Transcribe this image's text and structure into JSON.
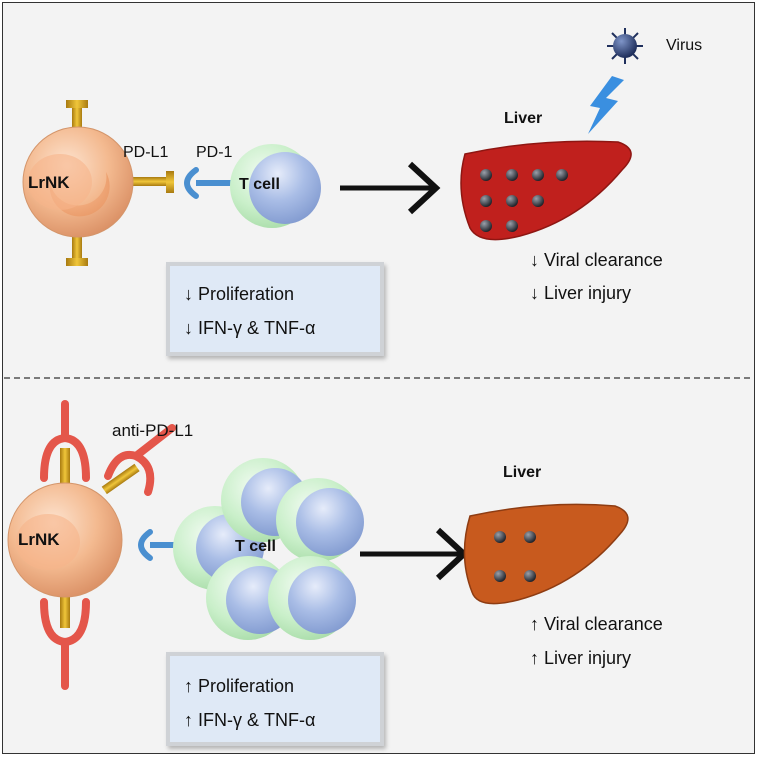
{
  "top": {
    "virus_label": "Virus",
    "liver_label": "Liver",
    "lrnk_label": "LrNK",
    "pdl1_label": "PD-L1",
    "pd1_label": "PD-1",
    "tcell_label": "T cell",
    "box_rows": [
      "↓ Proliferation",
      "↓ IFN-γ & TNF-α"
    ],
    "liver_effects": [
      "↓ Viral clearance",
      "↓ Liver injury"
    ],
    "liver_color": "#c0201d"
  },
  "bottom": {
    "antibody_label": "anti-PD-L1",
    "liver_label": "Liver",
    "lrnk_label": "LrNK",
    "tcell_label": "T cell",
    "box_rows": [
      "↑ Proliferation",
      "↑ IFN-γ & TNF-α"
    ],
    "liver_effects": [
      "↑ Viral clearance",
      "↑ Liver injury"
    ],
    "liver_color": "#c85a1e"
  },
  "colors": {
    "lrnk": "#f3b98f",
    "receptor": "#d9a520",
    "pd1": "#4a8fd0",
    "antibody": "#e4564a",
    "tcell_outer": "#c9efc9",
    "tcell_inner": "#a9bde6",
    "virus": "#2f4f9c"
  }
}
